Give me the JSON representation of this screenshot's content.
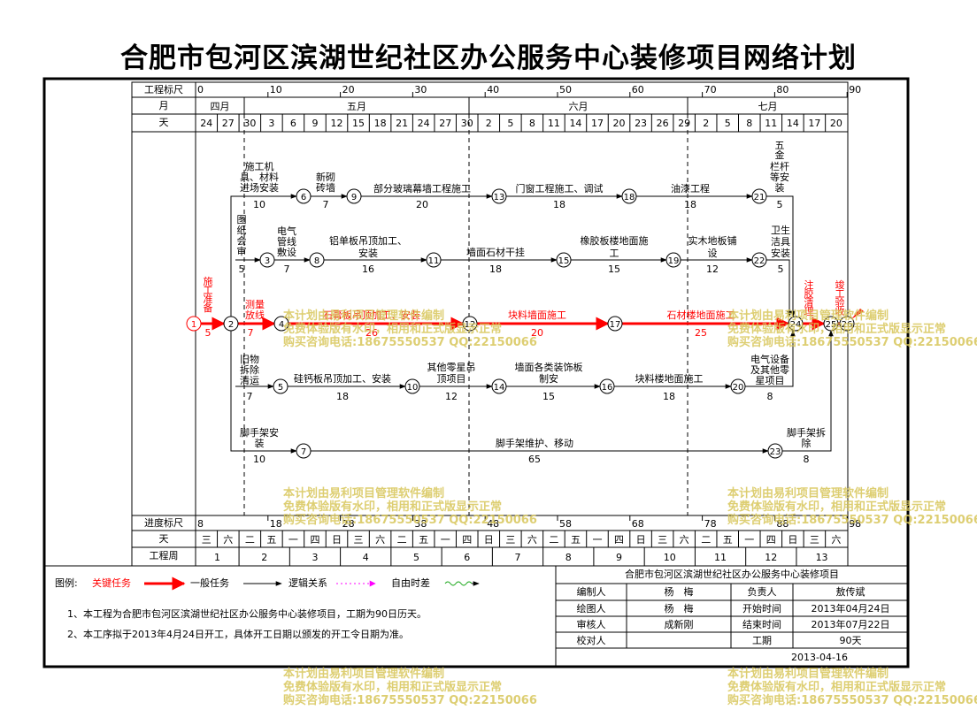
{
  "title": "合肥市包河区滨湖世纪社区办公服务中心装修项目网络计划",
  "header": {
    "label_scale": "工程标尺",
    "label_month": "月",
    "label_day": "天",
    "scale_ticks": [
      "0",
      "10",
      "20",
      "30",
      "40",
      "50",
      "60",
      "70",
      "80",
      "90"
    ],
    "months": [
      "四月",
      "五月",
      "六月",
      "七月"
    ],
    "days": [
      "24",
      "27",
      "30",
      "3",
      "6",
      "9",
      "12",
      "15",
      "18",
      "21",
      "24",
      "27",
      "30",
      "2",
      "5",
      "8",
      "11",
      "14",
      "17",
      "20",
      "23",
      "26",
      "29",
      "2",
      "5",
      "8",
      "11",
      "14",
      "17",
      "20"
    ]
  },
  "footer_scale": {
    "label_progress": "进度标尺",
    "label_day": "天",
    "label_week": "工程周",
    "progress_ticks": [
      "8",
      "18",
      "28",
      "38",
      "48",
      "58",
      "68",
      "78",
      "88",
      "98"
    ],
    "weekdays": [
      "三",
      "六",
      "二",
      "五",
      "一",
      "四",
      "日",
      "三",
      "六",
      "二",
      "五",
      "一",
      "四",
      "日",
      "三",
      "六",
      "二",
      "五",
      "一",
      "四",
      "日",
      "三",
      "六",
      "二",
      "五",
      "一",
      "四",
      "日",
      "三",
      "六"
    ],
    "weeks": [
      "1",
      "2",
      "3",
      "4",
      "5",
      "6",
      "7",
      "8",
      "9",
      "10",
      "11",
      "12",
      "13"
    ]
  },
  "nodes": [
    "1",
    "2",
    "3",
    "4",
    "5",
    "6",
    "7",
    "8",
    "9",
    "10",
    "11",
    "12",
    "13",
    "14",
    "15",
    "16",
    "17",
    "18",
    "19",
    "20",
    "21",
    "22",
    "23",
    "24",
    "25",
    "26"
  ],
  "activities": [
    {
      "name": "施工准备",
      "duration": "5",
      "critical": true
    },
    {
      "name": "测量放线",
      "duration": "7",
      "critical": true
    },
    {
      "name": "石膏板吊顶加工、安装",
      "duration": "26",
      "critical": true
    },
    {
      "name": "块料墙面施工",
      "duration": "20",
      "critical": true
    },
    {
      "name": "石材楼地面施工",
      "duration": "25",
      "critical": true
    },
    {
      "name": "注胶清理",
      "duration": "",
      "critical": true
    },
    {
      "name": "竣工验收",
      "duration": "",
      "critical": true
    },
    {
      "name": "施工机具、材料进场安装",
      "duration": "10",
      "critical": false
    },
    {
      "name": "新砌砖墙",
      "duration": "7",
      "critical": false
    },
    {
      "name": "部分玻璃幕墙工程施工",
      "duration": "20",
      "critical": false
    },
    {
      "name": "门窗工程施工、调试",
      "duration": "18",
      "critical": false
    },
    {
      "name": "油漆工程",
      "duration": "18",
      "critical": false
    },
    {
      "name": "五金、栏杆等安装",
      "duration": "5",
      "critical": false
    },
    {
      "name": "图纸会审",
      "duration": "5",
      "critical": false
    },
    {
      "name": "电气管线敷设",
      "duration": "7",
      "critical": false
    },
    {
      "name": "铝单板吊顶加工、安装",
      "duration": "16",
      "critical": false
    },
    {
      "name": "墙面石材干挂",
      "duration": "18",
      "critical": false
    },
    {
      "name": "橡胶板楼地面施工",
      "duration": "15",
      "critical": false
    },
    {
      "name": "实木地板铺设",
      "duration": "12",
      "critical": false
    },
    {
      "name": "卫生洁具安装",
      "duration": "5",
      "critical": false
    },
    {
      "name": "旧物拆除清运",
      "duration": "7",
      "critical": false
    },
    {
      "name": "硅钙板吊顶加工、安装",
      "duration": "18",
      "critical": false
    },
    {
      "name": "其他零星吊顶项目",
      "duration": "12",
      "critical": false
    },
    {
      "name": "墙面各类装饰板制安",
      "duration": "15",
      "critical": false
    },
    {
      "name": "块料楼地面施工",
      "duration": "18",
      "critical": false
    },
    {
      "name": "电气设备及其他零星项目",
      "duration": "8",
      "critical": false
    },
    {
      "name": "脚手架安装",
      "duration": "10",
      "critical": false
    },
    {
      "name": "脚手架维护、移动",
      "duration": "65",
      "critical": false
    },
    {
      "name": "脚手架拆除",
      "duration": "8",
      "critical": false
    }
  ],
  "legend": {
    "label": "图例:",
    "critical": "关键任务",
    "normal": "一般任务",
    "logic": "逻辑关系",
    "free_float": "自由时差",
    "colors": {
      "critical": "#ff0000",
      "logic": "#ff00ff",
      "free_float": "#22aa22"
    }
  },
  "notes": [
    "1、本工程为合肥市包河区滨湖世纪社区办公服务中心装修项目，工期为90日历天。",
    "2、本工序拟于2013年4月24日开工，具体开工日期以颁发的开工令日期为准。"
  ],
  "info": {
    "project": "合肥市包河区滨湖世纪社区办公服务中心装修项目",
    "editor_label": "编制人",
    "editor": "杨　梅",
    "owner_label": "负责人",
    "owner": "敖传斌",
    "drafter_label": "绘图人",
    "drafter": "杨　梅",
    "start_label": "开始时间",
    "start": "2013年04月24日",
    "reviewer_label": "审核人",
    "reviewer": "成新刚",
    "end_label": "结束时间",
    "end": "2013年07月22日",
    "checker_label": "校对人",
    "checker": "",
    "duration_label": "工期",
    "duration": "90天",
    "date": "2013-04-16"
  },
  "watermark": [
    "本计划由易利项目管理软件编制",
    "免费体验版有水印，相用和正式版显示正常",
    "购买咨询电话:18675550537 QQ:22150066"
  ]
}
